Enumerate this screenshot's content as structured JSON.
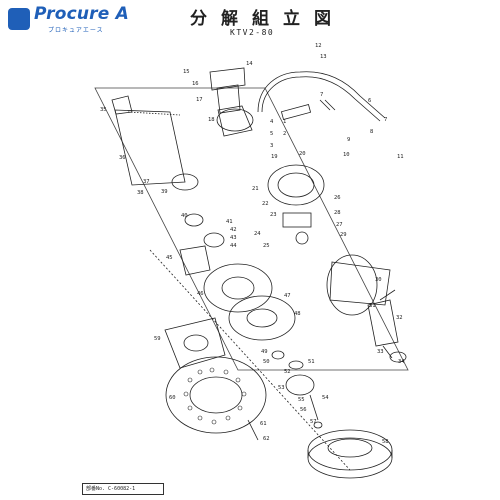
{
  "header": {
    "logo_text": "Procure A",
    "logo_kana": "プロキュアエース",
    "title": "分解組立図",
    "model": "KTV2-80"
  },
  "part_labels": [
    "1",
    "2",
    "3",
    "4",
    "5",
    "6",
    "7",
    "8",
    "9",
    "10",
    "11",
    "12",
    "13",
    "14",
    "15",
    "16",
    "17",
    "18",
    "19",
    "20",
    "21",
    "22",
    "23",
    "24",
    "25",
    "26",
    "27",
    "28",
    "29",
    "30",
    "31",
    "32",
    "33",
    "34",
    "35",
    "36",
    "37",
    "38",
    "39",
    "40",
    "41",
    "42",
    "43",
    "44",
    "45",
    "46",
    "47",
    "48",
    "49",
    "50",
    "51",
    "52",
    "53",
    "54",
    "55",
    "56",
    "57",
    "58",
    "59",
    "60",
    "61",
    "62"
  ],
  "footer": {
    "text": "部番No. C-60082-1"
  }
}
